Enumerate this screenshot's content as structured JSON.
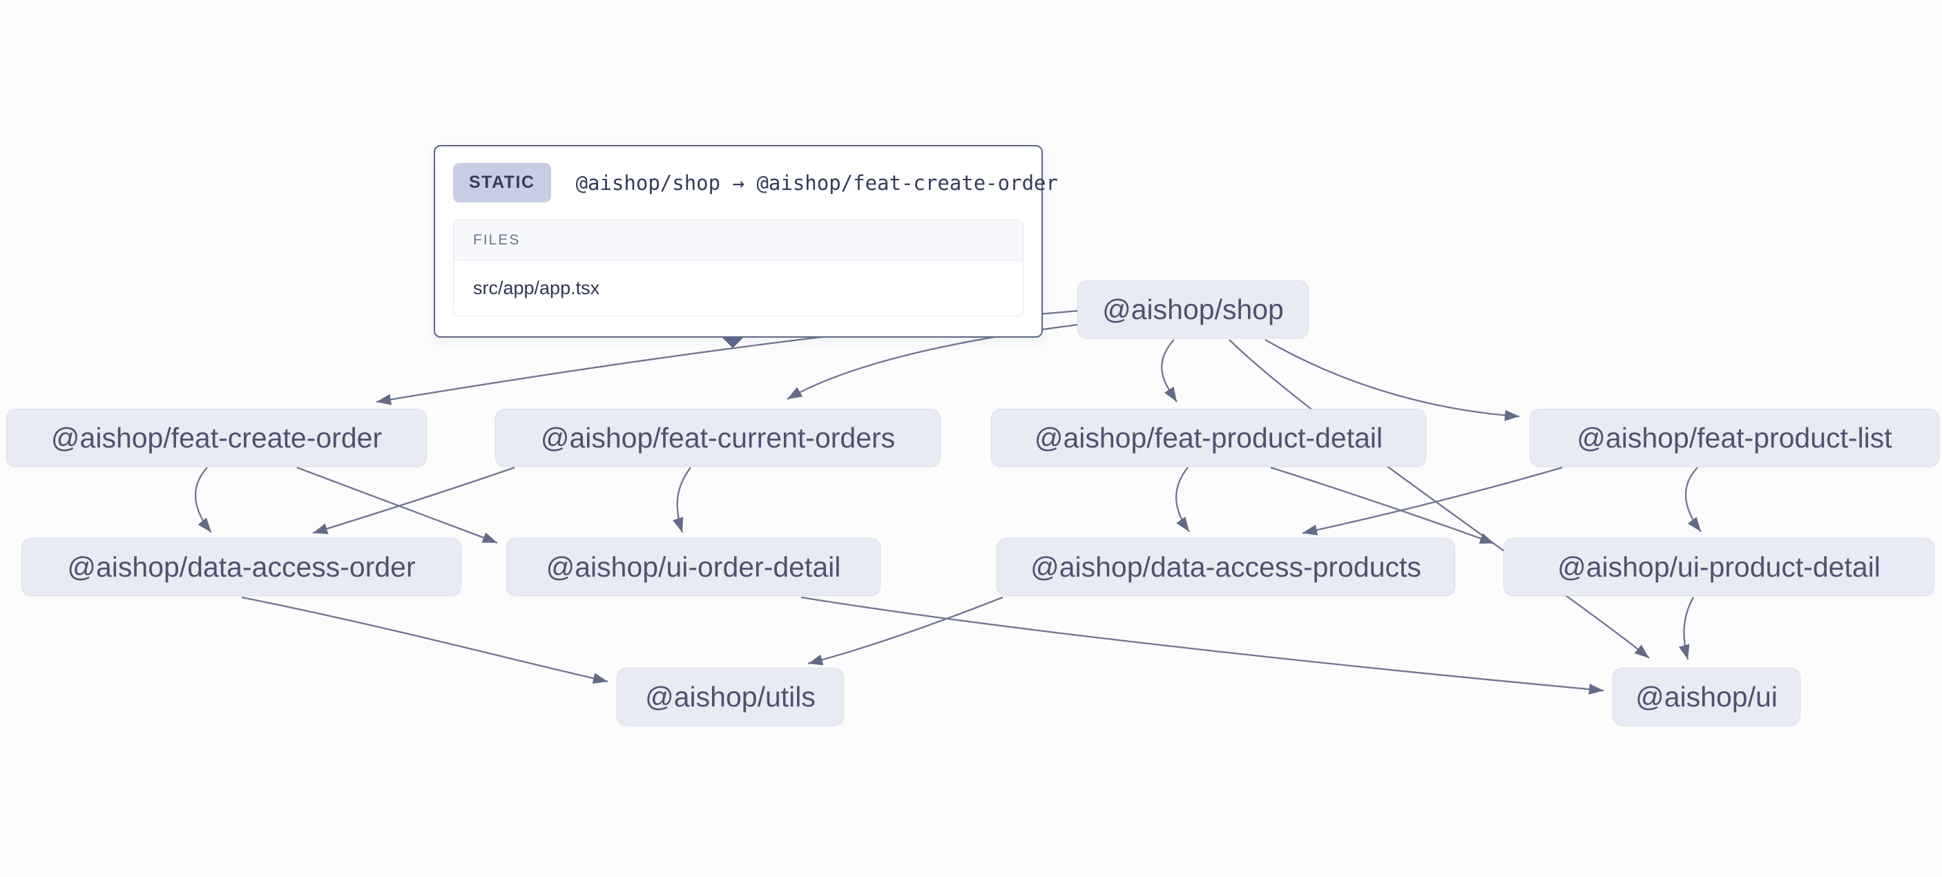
{
  "graph": {
    "nodes": [
      {
        "id": "shop",
        "label": "@aishop/shop"
      },
      {
        "id": "feat-create-order",
        "label": "@aishop/feat-create-order"
      },
      {
        "id": "feat-current-orders",
        "label": "@aishop/feat-current-orders"
      },
      {
        "id": "feat-product-detail",
        "label": "@aishop/feat-product-detail"
      },
      {
        "id": "feat-product-list",
        "label": "@aishop/feat-product-list"
      },
      {
        "id": "data-access-order",
        "label": "@aishop/data-access-order"
      },
      {
        "id": "ui-order-detail",
        "label": "@aishop/ui-order-detail"
      },
      {
        "id": "data-access-products",
        "label": "@aishop/data-access-products"
      },
      {
        "id": "ui-product-detail",
        "label": "@aishop/ui-product-detail"
      },
      {
        "id": "utils",
        "label": "@aishop/utils"
      },
      {
        "id": "ui",
        "label": "@aishop/ui"
      }
    ],
    "edges": [
      {
        "source": "shop",
        "target": "feat-create-order"
      },
      {
        "source": "shop",
        "target": "feat-current-orders"
      },
      {
        "source": "shop",
        "target": "feat-product-detail"
      },
      {
        "source": "shop",
        "target": "feat-product-list"
      },
      {
        "source": "shop",
        "target": "ui"
      },
      {
        "source": "feat-create-order",
        "target": "data-access-order"
      },
      {
        "source": "feat-create-order",
        "target": "ui-order-detail"
      },
      {
        "source": "feat-current-orders",
        "target": "data-access-order"
      },
      {
        "source": "feat-current-orders",
        "target": "ui-order-detail"
      },
      {
        "source": "feat-product-detail",
        "target": "data-access-products"
      },
      {
        "source": "feat-product-detail",
        "target": "ui-product-detail"
      },
      {
        "source": "feat-product-list",
        "target": "data-access-products"
      },
      {
        "source": "feat-product-list",
        "target": "ui-product-detail"
      },
      {
        "source": "data-access-order",
        "target": "utils"
      },
      {
        "source": "data-access-products",
        "target": "utils"
      },
      {
        "source": "ui-order-detail",
        "target": "ui"
      },
      {
        "source": "ui-product-detail",
        "target": "ui"
      }
    ]
  },
  "tooltip": {
    "type_label": "STATIC",
    "relation": "@aishop/shop → @aishop/feat-create-order",
    "files_label": "FILES",
    "files": [
      "src/app/app.tsx"
    ]
  },
  "colors": {
    "background": "#fcfcfd",
    "node_fill": "#e9ebf4",
    "node_text": "#4c5370",
    "edge": "#6f7590",
    "tooltip_border": "#5d6785",
    "badge_bg": "#c8cde4"
  }
}
